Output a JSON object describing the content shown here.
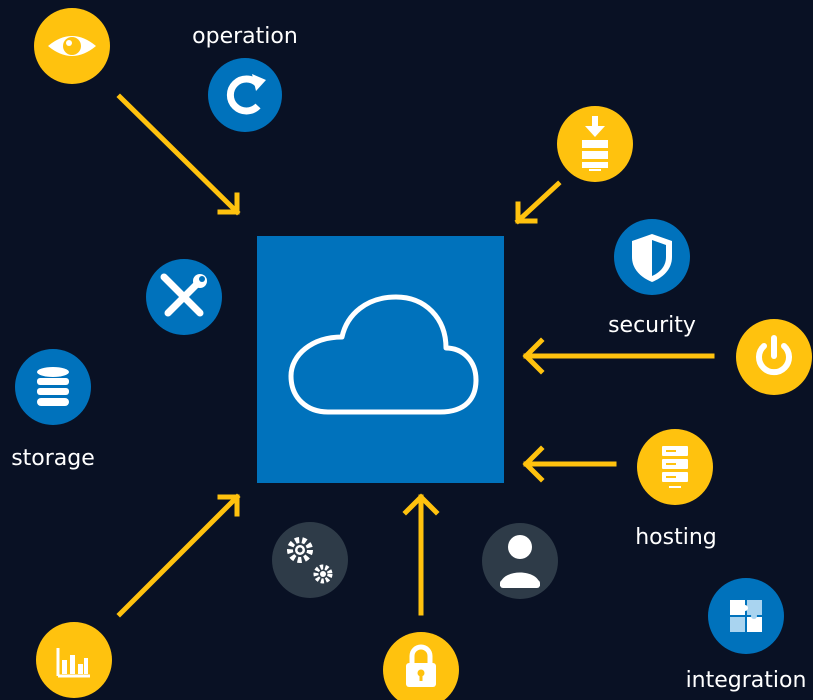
{
  "colors": {
    "background": "#091124",
    "accent_yellow": "#FFC20E",
    "accent_blue": "#0072BC",
    "dark_gray": "#2E3B48",
    "white": "#FFFFFF"
  },
  "labels": {
    "operation": "operation",
    "security": "security",
    "storage": "storage",
    "hosting": "hosting",
    "integration": "integration"
  },
  "center": {
    "icon": "cloud-icon"
  },
  "icons": {
    "top_left": "eye-icon",
    "operation": "refresh-icon",
    "top_right": "server-download-icon",
    "security": "shield-icon",
    "tools": "wrench-screwdriver-icon",
    "power": "power-icon",
    "storage": "database-icon",
    "hosting": "server-rack-icon",
    "settings": "gears-icon",
    "user": "user-icon",
    "integration": "puzzle-icon",
    "bottom_left": "bar-chart-icon",
    "bottom_center": "lock-icon"
  }
}
